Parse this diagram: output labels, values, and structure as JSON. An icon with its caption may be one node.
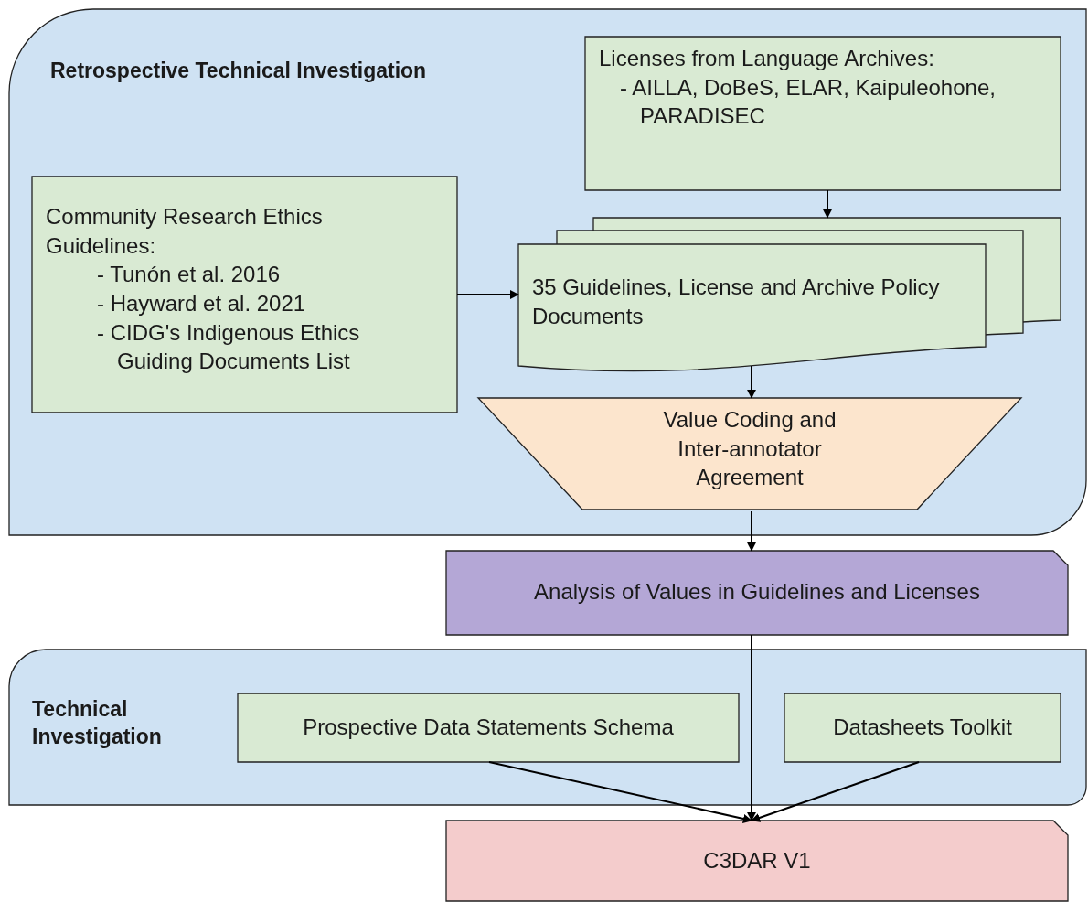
{
  "diagram": {
    "nodes": [
      {
        "text": [
          "Retrospective Technical Investigation"
        ]
      },
      {
        "text": [
          "Licenses from Language Archives:",
          "- AILLA, DoBeS, ELAR, Kaipuleohone, PARADISEC"
        ],
        "in": 0
      },
      {
        "text": [
          "Community Research Ethics Guidelines:",
          "- Tunón et al. 2016",
          "- Hayward et al. 2021",
          "- CIDG's Indigenous Ethics Guiding Documents List"
        ],
        "in": 0
      },
      {
        "text": [
          "35 Guidelines, License and Archive Policy Documents"
        ],
        "in": 0
      },
      {
        "text": [
          "Value Coding and Inter-annotator Agreement"
        ],
        "in": 0
      },
      {
        "text": [
          "Analysis of Values in Guidelines and Licenses"
        ]
      },
      {
        "text": [
          "Technical Investigation"
        ]
      },
      {
        "text": [
          "Prospective Data Statements Schema"
        ],
        "in": 6
      },
      {
        "text": [
          "Datasheets Toolkit"
        ],
        "in": 6
      },
      {
        "text": [
          "C3DAR V1"
        ]
      }
    ],
    "edges": [
      {
        "from": 1,
        "to": 3,
        "arrow": "to"
      },
      {
        "from": 2,
        "to": 3,
        "arrow": "to"
      },
      {
        "from": 3,
        "to": 4,
        "arrow": "to"
      },
      {
        "from": 4,
        "to": 5,
        "arrow": "to"
      },
      {
        "from": 5,
        "to": 9,
        "arrow": "to"
      },
      {
        "from": 7,
        "to": 9,
        "arrow": "to"
      },
      {
        "from": 8,
        "to": 9,
        "arrow": "to"
      }
    ]
  }
}
